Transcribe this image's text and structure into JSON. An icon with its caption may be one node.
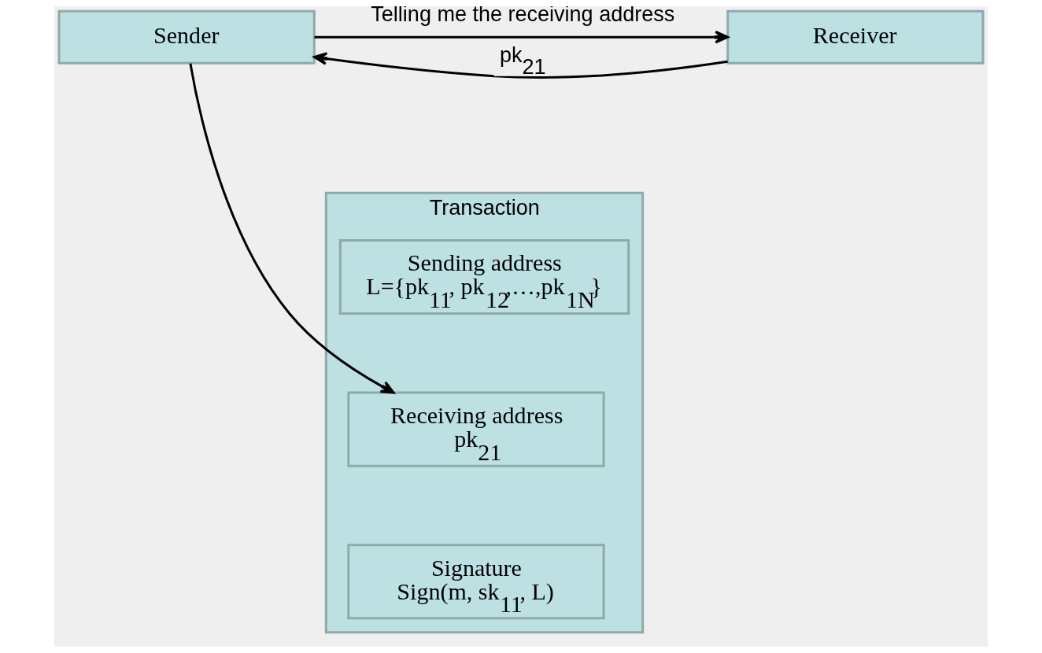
{
  "diagram": {
    "nodes": [
      {
        "text": [
          "Sender"
        ]
      },
      {
        "text": [
          "Receiver"
        ]
      },
      {
        "text": [
          "Transaction"
        ]
      },
      {
        "text": [
          "Sending address",
          "L={pk$_{11}$, pk$_{12}$,…,pk$_{1N}$}"
        ],
        "in": 2
      },
      {
        "text": [
          "Receiving address",
          "pk$_{21}$"
        ],
        "in": 2
      },
      {
        "text": [
          "Signature",
          "Sign(m, sk$_{11}$, L)"
        ],
        "in": 2
      }
    ],
    "edges": [
      {
        "from": 0,
        "to": 1,
        "arrow": "to",
        "label": "Telling me the receiving address"
      },
      {
        "from": 1,
        "to": 0,
        "arrow": "to",
        "label": "pk$_{21}$"
      },
      {
        "from": 0,
        "to": 4,
        "arrow": "to"
      }
    ]
  }
}
